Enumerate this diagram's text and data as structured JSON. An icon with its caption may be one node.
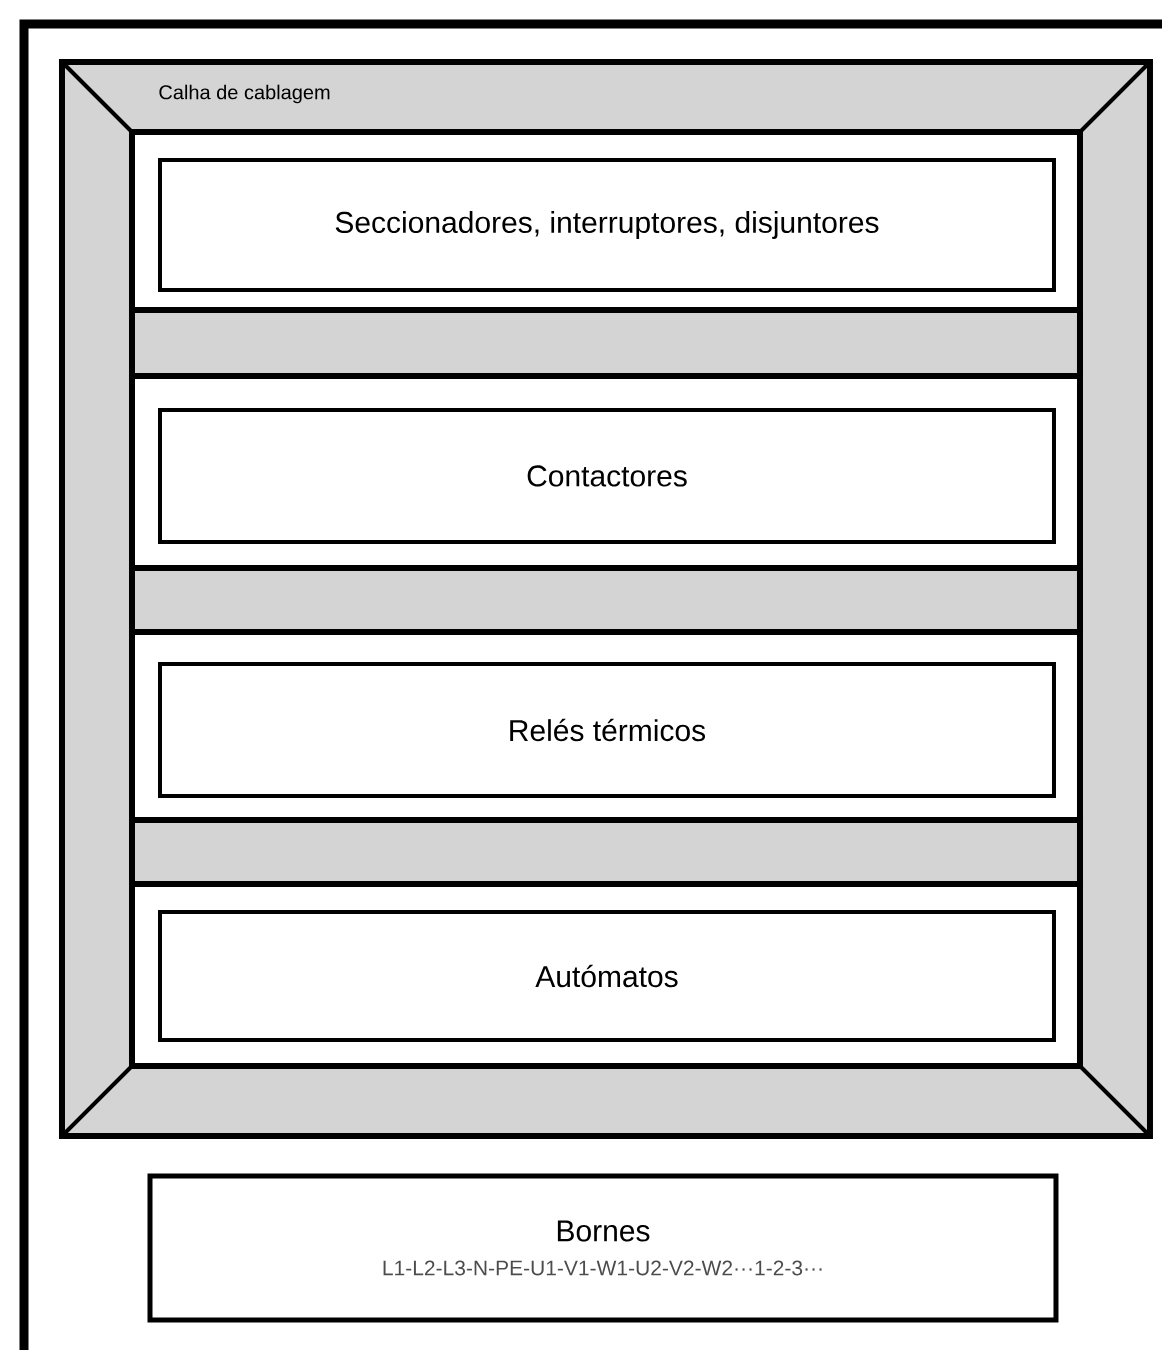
{
  "diagram": {
    "nodes": [
      {
        "text": [
          "Calha de cablagem"
        ]
      },
      {
        "text": [
          "Seccionadores, interruptores, disjuntores"
        ],
        "in": 0
      },
      {
        "text": [
          "Contactores"
        ],
        "in": 0
      },
      {
        "text": [
          "Relés térmicos"
        ],
        "in": 0
      },
      {
        "text": [
          "Autómatos"
        ],
        "in": 0
      },
      {
        "text": [
          "Bornes",
          "L1-L2-L3-N-PE-U1-V1-W1-U2-V2-W2···1-2-3···"
        ]
      }
    ]
  }
}
